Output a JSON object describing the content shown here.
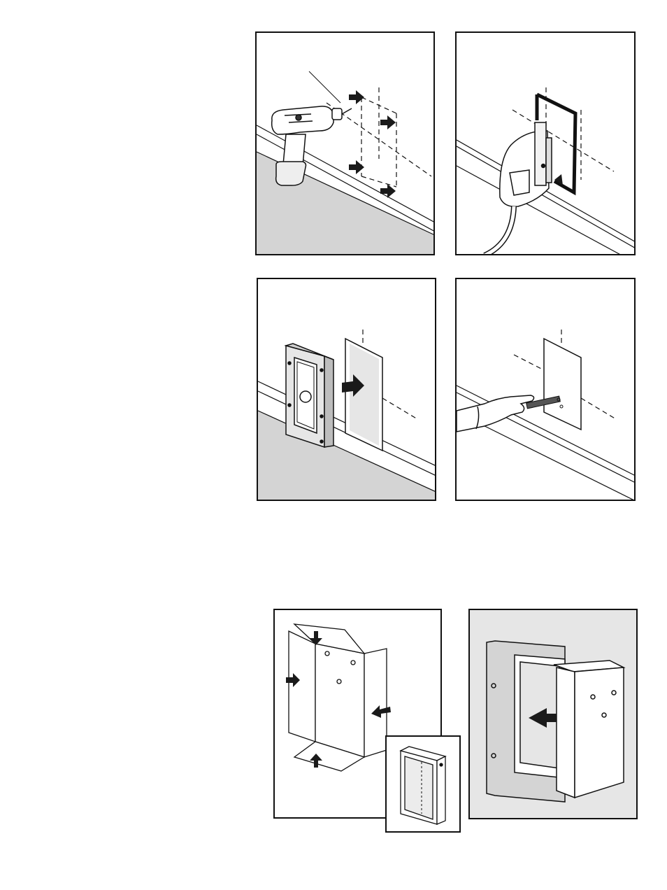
{
  "document": {
    "type": "installation-illustrations",
    "colors": {
      "line": "#111111",
      "wall_shade": "#d4d4d4",
      "panel_shade": "#e6e6e6",
      "arrow": "#1a1a1a"
    },
    "figures": [
      {
        "id": "drill-pilot-holes",
        "icons": [
          "drill-icon",
          "arrow-icon"
        ]
      },
      {
        "id": "jigsaw-cut-opening",
        "icons": [
          "jigsaw-icon",
          "cord-icon"
        ]
      },
      {
        "id": "insert-door-frame",
        "icons": [
          "door-frame-icon",
          "arrow-icon"
        ]
      },
      {
        "id": "hand-clean-opening",
        "icons": [
          "hand-icon",
          "brush-icon"
        ]
      },
      {
        "id": "fold-tunnel-lining",
        "icons": [
          "tunnel-blank-icon",
          "arrow-icon"
        ]
      },
      {
        "id": "folded-tunnel-inset",
        "icons": [
          "tunnel-box-icon"
        ]
      },
      {
        "id": "install-tunnel",
        "icons": [
          "door-frame-icon",
          "tunnel-box-icon",
          "arrow-icon"
        ]
      }
    ]
  }
}
